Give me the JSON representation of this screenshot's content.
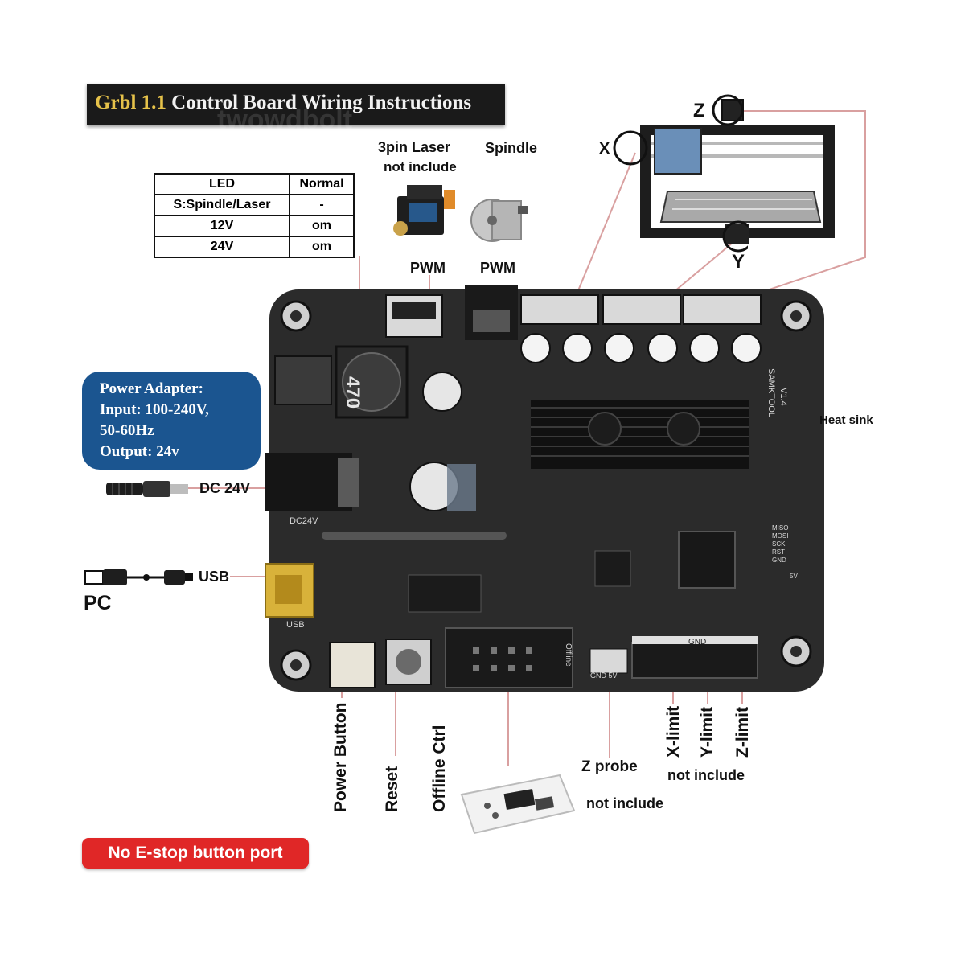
{
  "title": {
    "highlight": "Grbl 1.1",
    "rest": " Control Board Wiring Instructions"
  },
  "watermark": "twowdbolt",
  "led_table": {
    "headers": [
      "LED",
      "Normal"
    ],
    "rows": [
      [
        "S:Spindle/Laser",
        "-"
      ],
      [
        "12V",
        "om"
      ],
      [
        "24V",
        "om"
      ]
    ]
  },
  "top_labels": {
    "laser": "3pin Laser",
    "laser_note": "not include",
    "spindle": "Spindle",
    "pwm_laser": "PWM",
    "pwm_spindle": "PWM"
  },
  "axes": {
    "x": "X",
    "y": "Y",
    "z": "Z"
  },
  "heat_sink": "Heat sink",
  "power_adapter": {
    "line1": "Power Adapter:",
    "line2": "Input: 100-240V,",
    "line3": "50-60Hz",
    "line4": "Output: 24v"
  },
  "dc_label": "DC 24V",
  "usb_label": "USB",
  "pc_label": "PC",
  "board": {
    "inductor": "470",
    "brand": "SAMKTOOL",
    "version": "V1.4",
    "dc_silk": "DC24V",
    "usb_silk": "USB",
    "gnd_silk": "GND",
    "offline_silk": "Offline",
    "probe_silk": "GND 5V",
    "isp_silk": [
      "MISO",
      "MOSI",
      "SCK",
      "RST",
      "GND"
    ],
    "fiveV_silk": "5V"
  },
  "bottom_labels": {
    "power_button": "Power Button",
    "reset": "Reset",
    "offline_ctrl": "Offline Ctrl",
    "z_probe": "Z probe",
    "z_probe_note": "not include",
    "x_limit": "X-limit",
    "y_limit": "Y-limit",
    "z_limit": "Z-limit",
    "limit_note": "not include"
  },
  "estop": "No E-stop button port",
  "colors": {
    "pcb": "#2b2b2b",
    "title_bg": "#1a1a1a",
    "title_highlight": "#e6c24a",
    "power_box": "#1b5590",
    "estop": "#e02727",
    "note_red": "#c0392b",
    "leader_line": "#d9a0a0"
  }
}
